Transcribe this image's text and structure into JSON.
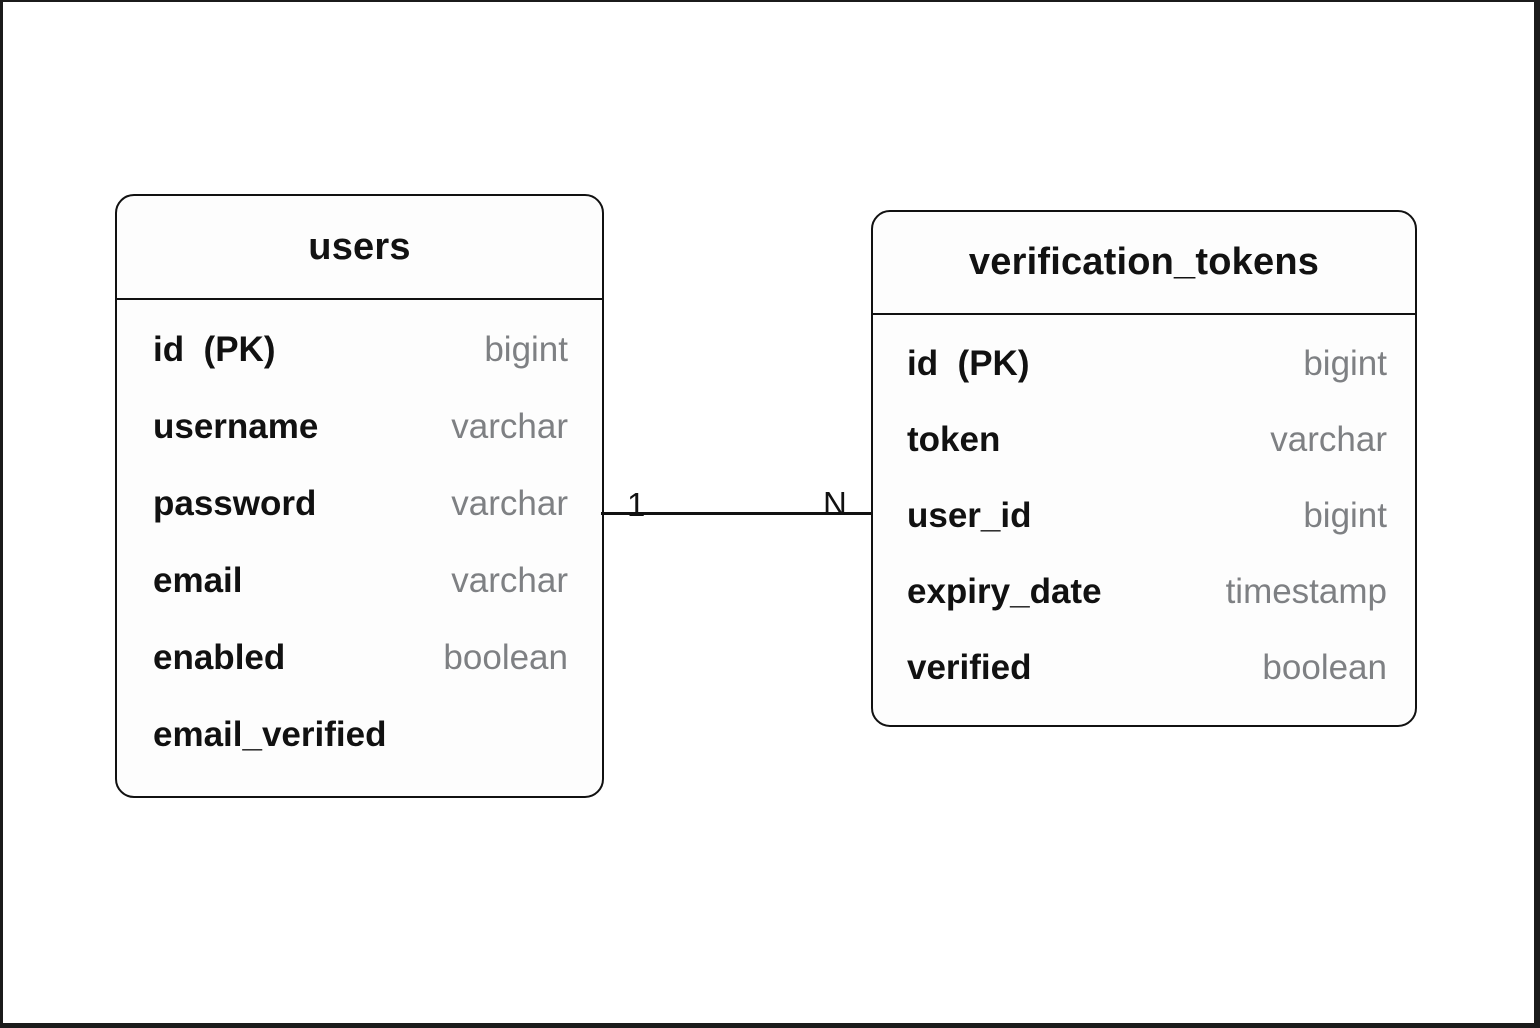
{
  "diagram": {
    "type": "entity-relationship-diagram",
    "background_color": "#ffffff",
    "border_color": "#1b1b1b",
    "name_color": "#111111",
    "type_color": "#7e8083"
  },
  "entities": [
    {
      "id": "users",
      "title": "users",
      "fields": [
        {
          "name": "id  (PK)",
          "type": "bigint"
        },
        {
          "name": "username",
          "type": "varchar"
        },
        {
          "name": "password",
          "type": "varchar"
        },
        {
          "name": "email",
          "type": "varchar"
        },
        {
          "name": "enabled",
          "type": "boolean"
        },
        {
          "name": "email_verified",
          "type": ""
        }
      ]
    },
    {
      "id": "verification_tokens",
      "title": "verification_tokens",
      "fields": [
        {
          "name": "id  (PK)",
          "type": "bigint"
        },
        {
          "name": "token",
          "type": "varchar"
        },
        {
          "name": "user_id",
          "type": "bigint"
        },
        {
          "name": "expiry_date",
          "type": "timestamp"
        },
        {
          "name": "verified",
          "type": "boolean"
        }
      ]
    }
  ],
  "relationship": {
    "from": "users",
    "to": "verification_tokens",
    "left_cardinality": "1",
    "right_cardinality": "N"
  }
}
